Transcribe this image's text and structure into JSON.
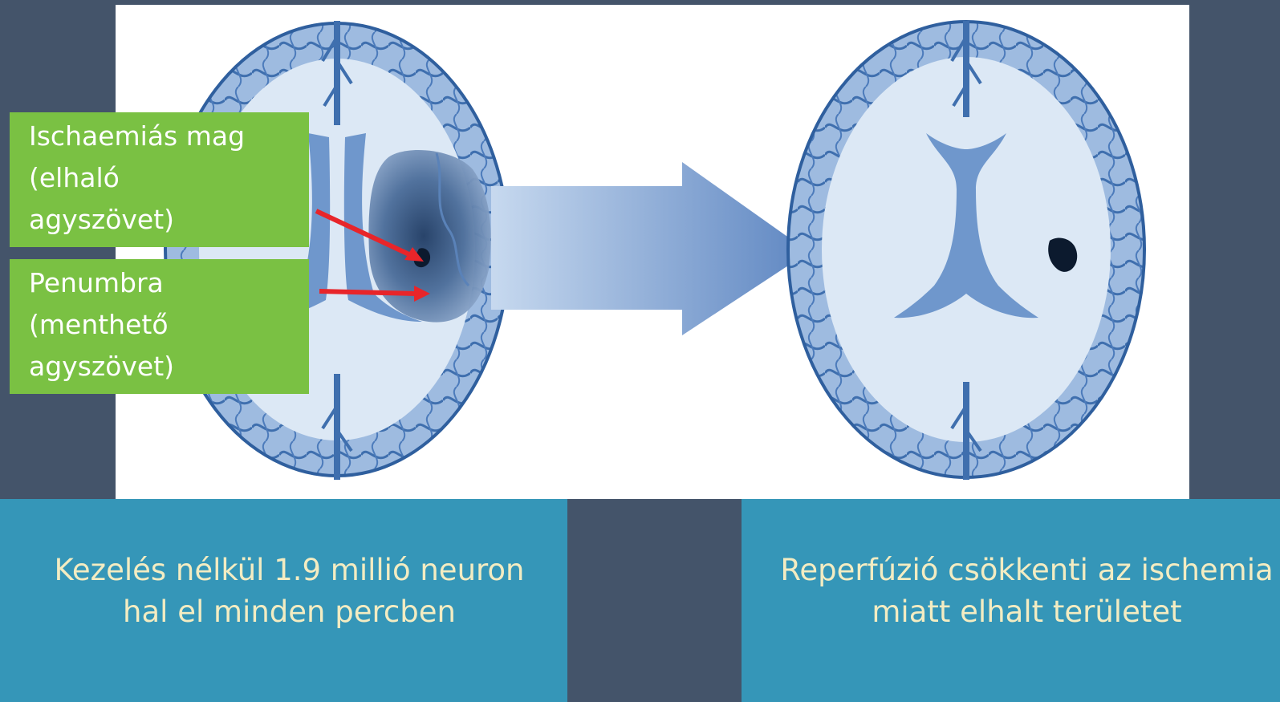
{
  "labels": {
    "core": {
      "line1": "Ischaemiás mag",
      "line2": "(elhaló",
      "line3": "agyszövet)"
    },
    "penumbra": {
      "line1": "Penumbra",
      "line2": "(menthető",
      "line3": "agyszövet)"
    }
  },
  "captions": {
    "left": {
      "line1": "Kezelés nélkül 1.9 millió neuron",
      "line2": "hal el minden percben"
    },
    "right": {
      "line1": "Reperfúzió csökkenti az ischemia",
      "line2": "miatt elhalt területet"
    }
  },
  "colors": {
    "background": "#44546a",
    "label_box": "#7ac143",
    "caption_box": "#3596b8",
    "caption_text": "#f3ecc2",
    "arrow_red": "#e8252a",
    "brain_outline": "#3f6fae",
    "brain_fill": "#dce8f5"
  },
  "icons": [
    "brain-before-icon",
    "brain-after-icon",
    "transition-arrow-icon"
  ]
}
